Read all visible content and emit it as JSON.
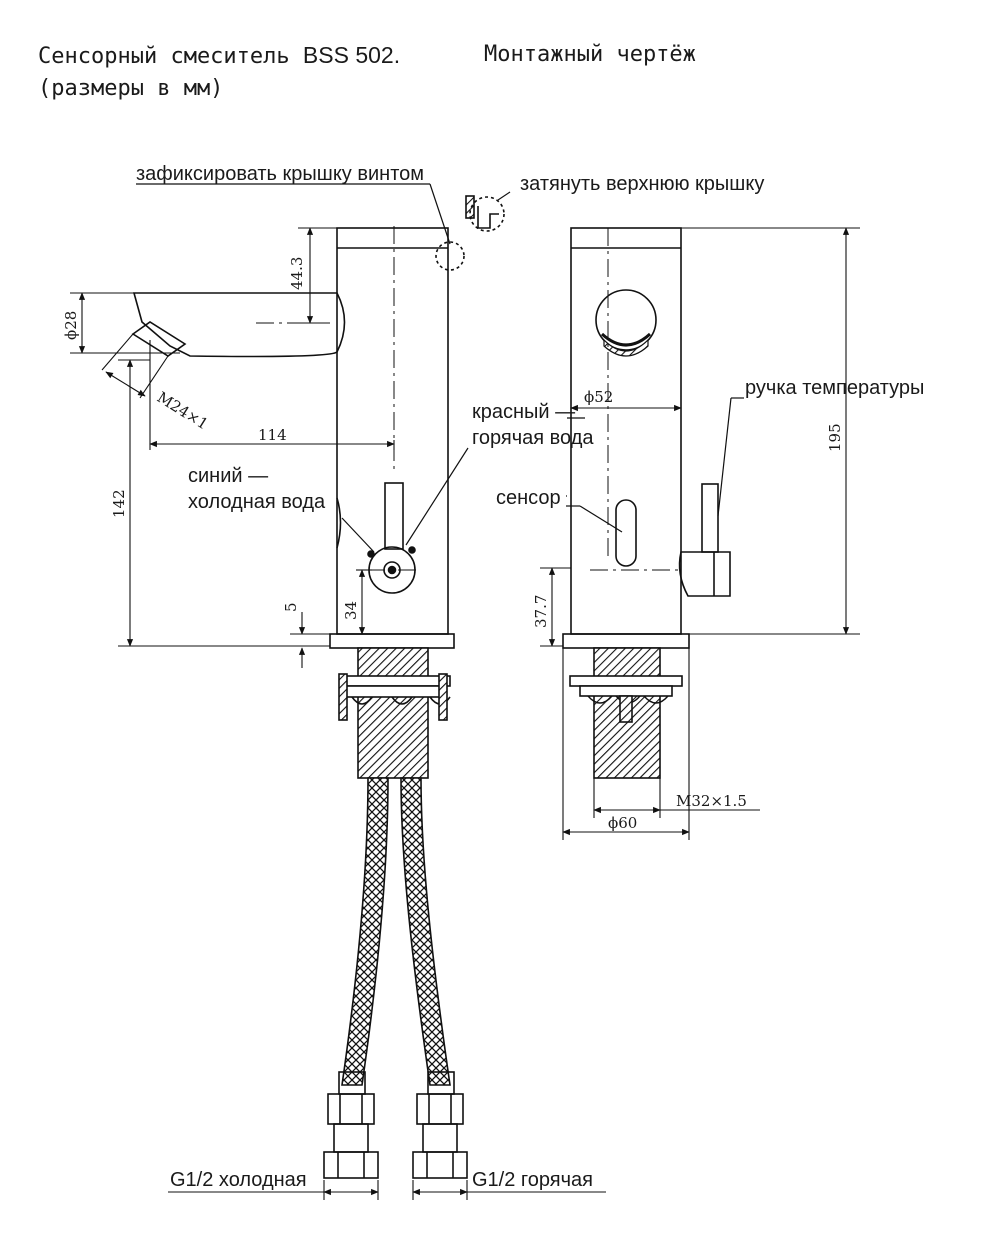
{
  "header": {
    "title": "Сенсорный смеситель",
    "model": "BSS 502.",
    "subtitle": "Монтажный чертёж",
    "units": "(размеры в мм)"
  },
  "callouts": {
    "fix_cover": "зафиксировать крышку винтом",
    "tighten_cover": "затянуть верхнюю крышку",
    "red_line1": "красный —",
    "red_line2": "горячая вода",
    "blue_line1": "синий —",
    "blue_line2": "холодная вода",
    "sensor": "сенсор",
    "temp_handle": "ручка температуры",
    "cold_conn": "G1/2 холодная",
    "hot_conn": "G1/2 горячая"
  },
  "dimensions": {
    "d28": "ϕ28",
    "d443": "44.3",
    "m24": "M24×1",
    "d114": "114",
    "d142": "142",
    "d5": "5",
    "d34": "34",
    "d52": "ϕ52",
    "d195": "195",
    "d377": "37.7",
    "m32": "M32×1.5",
    "d60": "ϕ60"
  }
}
